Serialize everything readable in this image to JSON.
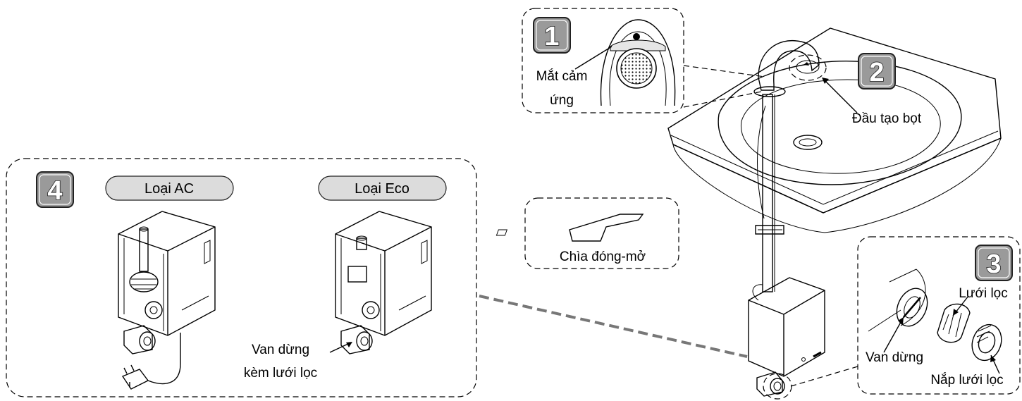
{
  "callouts": {
    "n1": "1",
    "n2": "2",
    "n3": "3",
    "n4": "4"
  },
  "labels": {
    "sensor_line1": "Mắt cảm",
    "sensor_line2": "ứng",
    "aerator": "Đầu tạo bọt",
    "key": "Chìa đóng-mở",
    "valve": "Van dừng",
    "filter": "Lưới lọc",
    "filter_cap": "Nắp lưới lọc",
    "valve_filter_line1": "Van dừng",
    "valve_filter_line2": "kèm lưới lọc"
  },
  "types": {
    "ac": "Loại AC",
    "eco": "Loại Eco"
  },
  "colors": {
    "badge_fill": "#9a9a9a",
    "pill_fill": "#dcdcdc",
    "leader_dash": "#777777"
  }
}
